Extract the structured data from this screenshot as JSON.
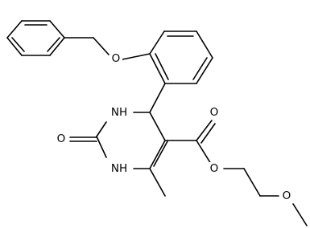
{
  "molecule": {
    "atom_labels": {
      "O_benzyl_ether": "O",
      "NH_upper": "NH",
      "NH_lower": "NH",
      "O_carbonyl_urea": "O",
      "O_ester_carbonyl": "O",
      "O_ester": "O",
      "O_methoxy": "O"
    }
  }
}
